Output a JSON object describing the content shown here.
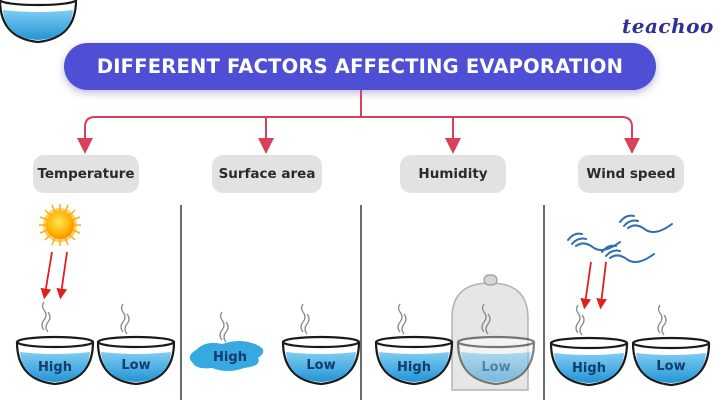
{
  "brand": {
    "logo_text": "teachoo"
  },
  "header": {
    "title": "DIFFERENT FACTORS AFFECTING EVAPORATION"
  },
  "factors": [
    {
      "label": "Temperature",
      "icon": "sun-icon",
      "bowls": [
        {
          "label": "High"
        },
        {
          "label": "Low"
        }
      ]
    },
    {
      "label": "Surface area",
      "icon": "puddle-icon",
      "bowls": [
        {
          "label": "High"
        },
        {
          "label": "Low"
        }
      ]
    },
    {
      "label": "Humidity",
      "icon": "bell-jar-icon",
      "bowls": [
        {
          "label": "High"
        },
        {
          "label": "Low"
        }
      ]
    },
    {
      "label": "Wind speed",
      "icon": "wind-icon",
      "bowls": [
        {
          "label": "High"
        },
        {
          "label": "Low"
        }
      ]
    }
  ],
  "colors": {
    "title_bg": "#4f4fd6",
    "connector": "#d9405a",
    "pill_bg": "#e2e2e2",
    "water": "#3aa6df",
    "label_text": "#103d6e",
    "brand": "#2e3192"
  }
}
